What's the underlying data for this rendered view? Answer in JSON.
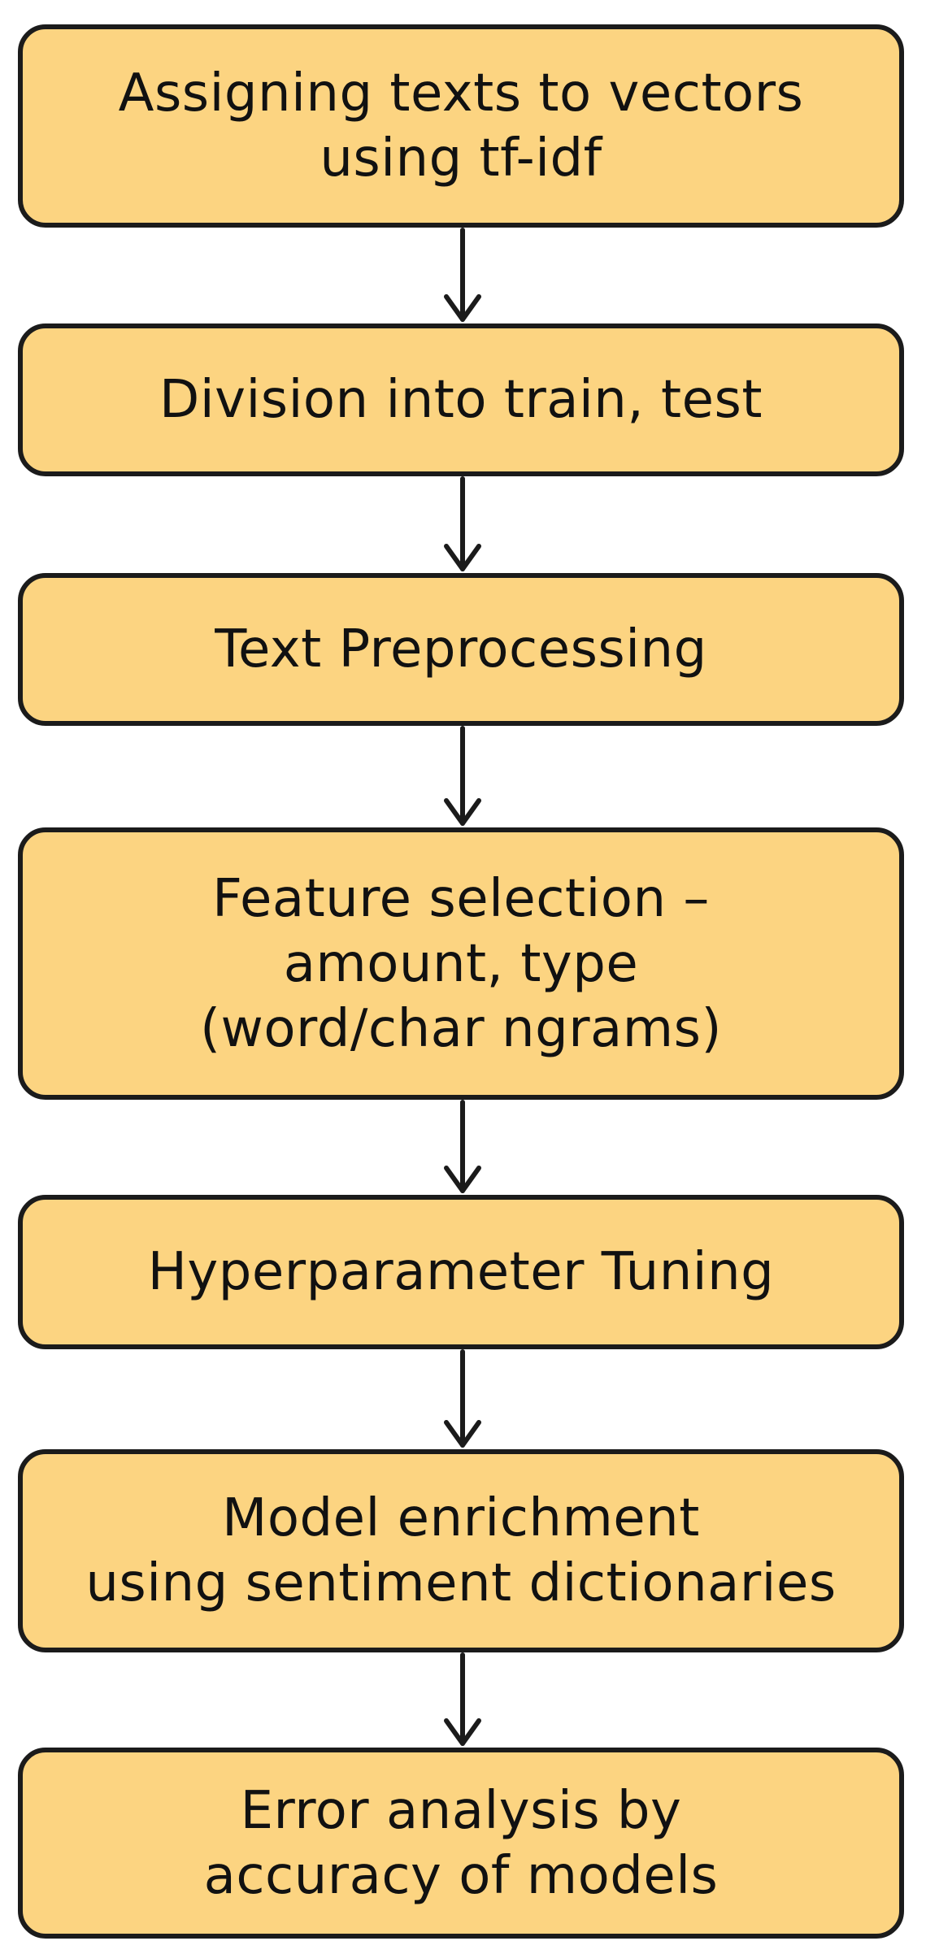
{
  "colors": {
    "box_fill": "#fcd481",
    "box_stroke": "#1b1b1b",
    "arrow": "#1b1b1b",
    "text": "#111111"
  },
  "steps": [
    {
      "label": "Assigning texts to vectors\nusing tf-idf"
    },
    {
      "label": "Division into train, test"
    },
    {
      "label": "Text Preprocessing"
    },
    {
      "label": "Feature selection –\namount, type\n(word/char ngrams)"
    },
    {
      "label": "Hyperparameter Tuning"
    },
    {
      "label": "Model enrichment\nusing sentiment dictionaries"
    },
    {
      "label": "Error analysis by\naccuracy of models"
    }
  ]
}
